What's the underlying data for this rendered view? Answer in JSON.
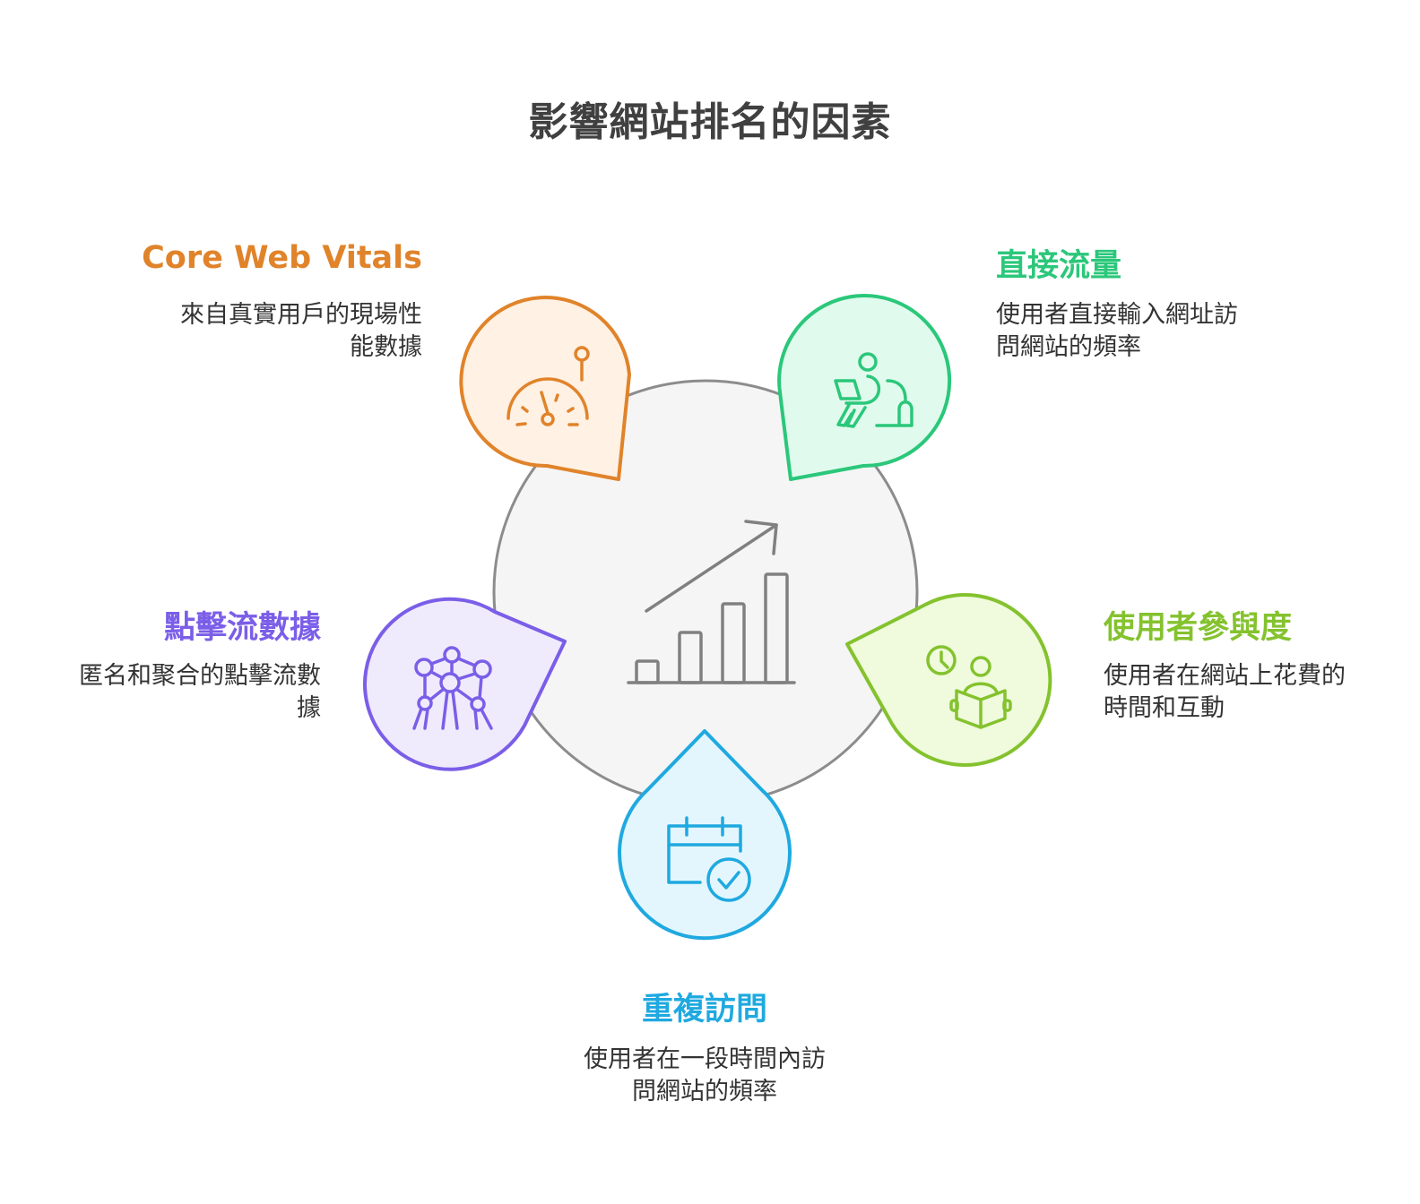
{
  "title": "影響網站排名的因素",
  "center": {
    "icon": "growth-chart-icon",
    "fill": "#f5f5f5",
    "stroke": "#8c8c8c"
  },
  "factors": [
    {
      "id": "core-web-vitals",
      "title": "Core Web Vitals",
      "description": "來自真實用戶的現場性能數據",
      "desc_lines": [
        "來自真實用戶的現場性",
        "能數據"
      ],
      "icon": "speedometer-icon",
      "color": "#e0832a",
      "fill": "#fff1e4"
    },
    {
      "id": "direct-traffic",
      "title": "直接流量",
      "description": "使用者直接輸入網址訪問網站的頻率",
      "desc_lines": [
        "使用者直接輸入網址訪",
        "問網站的頻率"
      ],
      "icon": "person-at-laptop-icon",
      "color": "#2bc77a",
      "fill": "#e0fbed"
    },
    {
      "id": "clickstream-data",
      "title": "點擊流數據",
      "description": "匿名和聚合的點擊流數據",
      "desc_lines": [
        "匿名和聚合的點擊流數",
        "據"
      ],
      "icon": "atomium-network-icon",
      "color": "#7b5ee8",
      "fill": "#efebfd"
    },
    {
      "id": "user-engagement",
      "title": "使用者參與度",
      "description": "使用者在網站上花費的時間和互動",
      "desc_lines": [
        "使用者在網站上花費的",
        "時間和互動"
      ],
      "icon": "reader-clock-icon",
      "color": "#84c22e",
      "fill": "#effbdc"
    },
    {
      "id": "repeat-visits",
      "title": "重複訪問",
      "description": "使用者在一段時間內訪問網站的頻率",
      "desc_lines": [
        "使用者在一段時間內訪",
        "問網站的頻率"
      ],
      "icon": "calendar-check-icon",
      "color": "#1fa9e0",
      "fill": "#e4f6fd"
    }
  ]
}
